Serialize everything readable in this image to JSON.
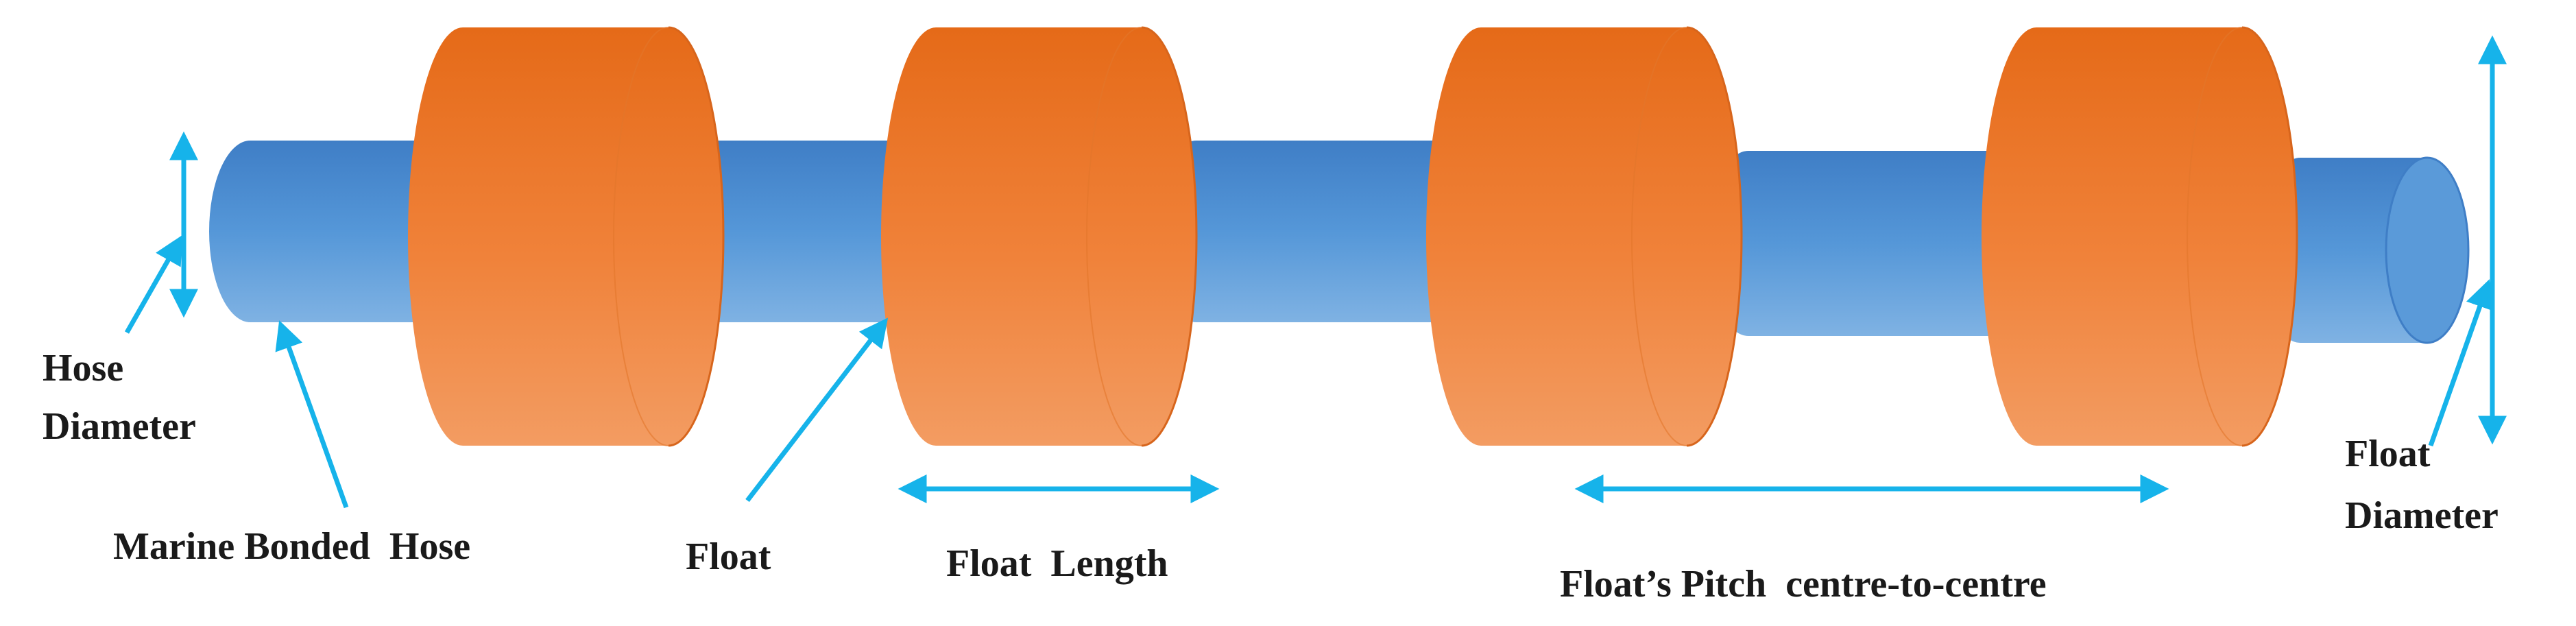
{
  "colors": {
    "hose_light": "#7aaee0",
    "hose_mid": "#4f8fd3",
    "hose_dark": "#3b76bd",
    "float_top": "#e86f1c",
    "float_bottom": "#f19b60",
    "float_edge": "#d9661a",
    "arrow": "#16b3ea",
    "text": "#1a1a1a"
  },
  "labels": {
    "hose_diameter_1": "Hose",
    "hose_diameter_2": "Diameter",
    "marine_bonded_hose": "Marine Bonded  Hose",
    "float": "Float",
    "float_length": "Float  Length",
    "float_pitch": "Float’s Pitch  centre-to-centre",
    "float_diameter_1": "Float",
    "float_diameter_2": "Diameter"
  }
}
